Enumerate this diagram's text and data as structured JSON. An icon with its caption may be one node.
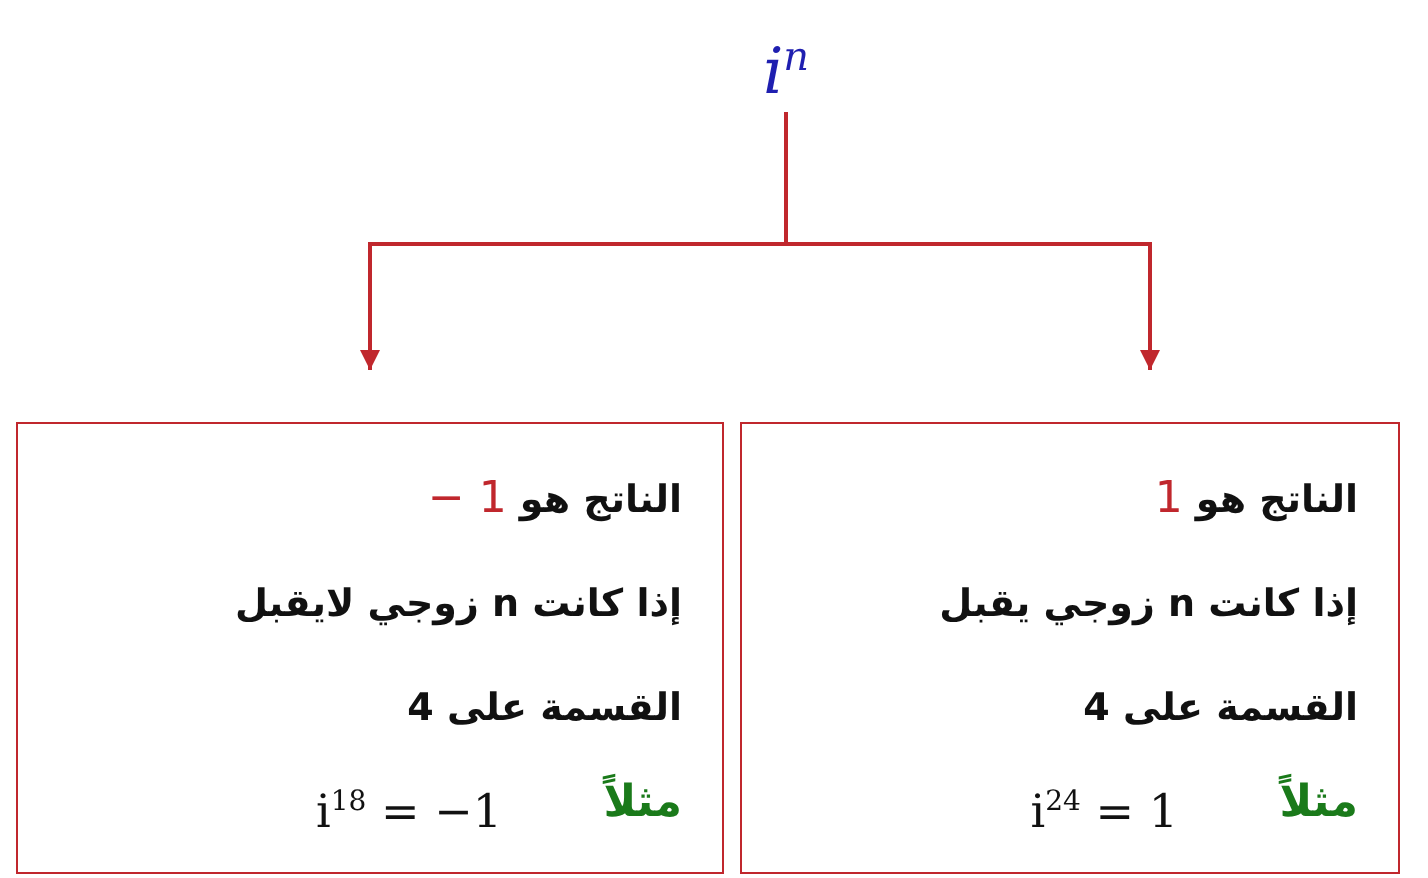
{
  "diagram": {
    "nodes": [
      {
        "text": [
          "i$^{n}$"
        ]
      },
      {
        "text": [
          "الناتج هو **1**",
          "إذا كانت n زوجي يقبل القسمة على 4",
          "مثلاً",
          "i$^{24}$ = 1"
        ]
      },
      {
        "text": [
          "الناتج هو **1 −**",
          "إذا كانت n زوجي لايقبل القسمة على 4",
          "مثلاً",
          "i$^{18}$ = −1"
        ]
      }
    ],
    "edges": [
      {
        "from": 0,
        "to": 1,
        "arrow": "to"
      },
      {
        "from": 0,
        "to": 2,
        "arrow": "to"
      }
    ]
  }
}
